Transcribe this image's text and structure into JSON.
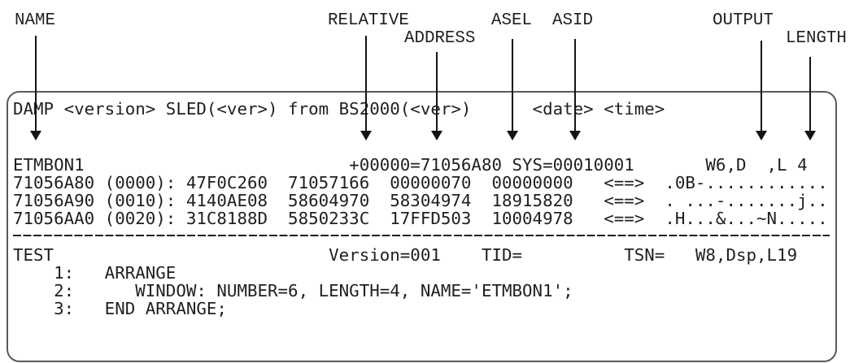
{
  "colors": {
    "background": "#ffffff",
    "text": "#1f1f1f",
    "border": "#5a5a5a",
    "arrow": "#141414"
  },
  "callouts": [
    {
      "id": "name",
      "label": "NAME"
    },
    {
      "id": "relative",
      "label": "RELATIVE"
    },
    {
      "id": "address",
      "label": "ADDRESS"
    },
    {
      "id": "asel",
      "label": "ASEL"
    },
    {
      "id": "asid",
      "label": "ASID"
    },
    {
      "id": "output",
      "label": "OUTPUT"
    },
    {
      "id": "length",
      "label": "LENGTH"
    }
  ],
  "terminal": {
    "header_line": "DAMP <version> SLED(<ver>) from BS2000(<ver>)      <date> <time>",
    "window6_lines": [
      "ETMBON1                          +00000=71056A80 SYS=00010001       W6,D  ,L 4",
      "71056A80 (0000): 47F0C260  71057166  00000070  00000000   <==>  .0B-............",
      "71056A90 (0010): 4140AE08  58604970  58304974  18915820   <==>  . ...-.......j..",
      "71056AA0 (0020): 31C8188D  5850233C  17FFD503  10004978   <==>  .H...&...~N....."
    ],
    "window8_lines": [
      "TEST                           Version=001    TID=          TSN=   W8,Dsp,L19",
      "    1:   ARRANGE",
      "    2:      WINDOW: NUMBER=6, LENGTH=4, NAME='ETMBON1';",
      "    3:   END ARRANGE;"
    ]
  }
}
